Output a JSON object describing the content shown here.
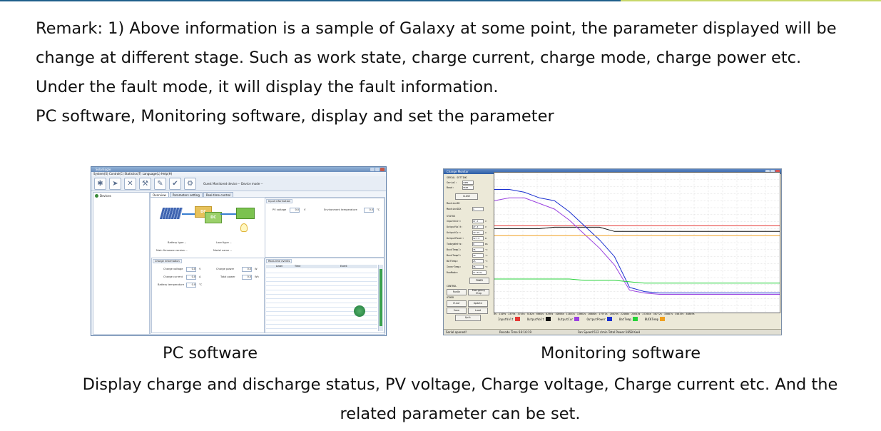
{
  "remark": "Remark:     1) Above information is a sample of Galaxy at some point, the parameter displayed will be change at different stage. Such as work state, charge current, charge mode, charge power etc. Under the fault mode, it will display the fault information.",
  "subtitle": "PC software, Monitoring software, display and set the parameter",
  "captions": {
    "pc": "PC software",
    "monitoring": "Monitoring software"
  },
  "bottom_text": "Display charge and discharge status, PV voltage, Charge voltage, Charge current etc. And the related parameter can be set.",
  "pc_software": {
    "title": "SolarEagle",
    "menu": "System(S)  Control(C)  Statistics(T)  Language(L)  Help(H)",
    "toolbar_text": "Guest   Monitored device  --   Device mode  --",
    "left_pane": {
      "item": "Devices"
    },
    "tabs": [
      "Overview",
      "Parameters setting",
      "Real-time control"
    ],
    "diagram": {
      "dc1": "DC",
      "dc2": "DC"
    },
    "info": {
      "battery_type": "Battery type  --",
      "load_type": "Load type  --",
      "main_firmware": "Main firmware version  --",
      "model_name": "Model name  --"
    },
    "input_info": {
      "title": "Input information",
      "pv_voltage_label": "PV voltage",
      "pv_voltage": "0.0",
      "pv_voltage_unit": "V",
      "env_temp_label": "Environment temperature",
      "env_temp": "0.0",
      "env_temp_unit": "°C"
    },
    "charge_info": {
      "title": "Charge information",
      "charge_voltage_label": "Charge voltage",
      "charge_voltage": "0.0",
      "charge_voltage_unit": "V",
      "charge_current_label": "Charge current",
      "charge_current": "0.0",
      "charge_current_unit": "A",
      "battery_temp_label": "Battery temperature",
      "battery_temp": "0.0",
      "battery_temp_unit": "°C",
      "charge_power_label": "Charge power",
      "charge_power": "0.0",
      "charge_power_unit": "W",
      "total_power_label": "Total power",
      "total_power": "0.0",
      "total_power_unit": "Wh"
    },
    "events": {
      "title": "Real-time events",
      "columns": [
        "Level",
        "Time",
        "Event"
      ]
    }
  },
  "monitoring_software": {
    "title": "Charge Monitor",
    "serial_setting": "SERIAL SETTING",
    "serial_label": "Serial:",
    "serial_value": "COM6",
    "baud_label": "Baud:",
    "baud_value": "9600",
    "close_btn": "CLOSE",
    "machine_id": "MachineID",
    "machine_idx_label": "MachineIDX",
    "machine_idx": "1",
    "status_title": "STATUS",
    "status": [
      {
        "label": "InputVolt:",
        "value": "97.3",
        "unit": "V"
      },
      {
        "label": "OutputVolt:",
        "value": "27.3",
        "unit": "V"
      },
      {
        "label": "OutputCur:",
        "value": "19.55",
        "unit": "A"
      },
      {
        "label": "OutputPower:",
        "value": "527.9",
        "unit": "W"
      },
      {
        "label": "TodayWatts:",
        "value": "0",
        "unit": "Wh"
      },
      {
        "label": "BuckTemp1:",
        "value": "35",
        "unit": "°C"
      },
      {
        "label": "BuckTemp2:",
        "value": "34",
        "unit": "°C"
      },
      {
        "label": "BATTemp:",
        "value": "25",
        "unit": "°C"
      },
      {
        "label": "InnerTemp:",
        "value": "35",
        "unit": "°C"
      },
      {
        "label": "RunMode:",
        "value": "CC Mode",
        "unit": ""
      }
    ],
    "power_btn": "POWER",
    "control_title": "CONTROL",
    "run_btn": "RunOn",
    "emergency_btn": "Emergency Stop",
    "other_title": "OTHER",
    "clear_btn": "Clear",
    "update_btn": "Update",
    "save_btn": "Save",
    "load_btn": "Load",
    "quit_btn": "Quit",
    "status_bar": {
      "serial": "Serial opened!",
      "recode": "Recode Time:16:16:19",
      "fan": "Fan Speed:512 r/min  Total Power:1858 KwH"
    }
  },
  "chart_data": {
    "type": "line",
    "x_ticks": [
      "0s",
      "1149s",
      "2379s",
      "3745s",
      "5162s",
      "6664s",
      "8290s",
      "10058s",
      "11851s",
      "13662s",
      "16880s",
      "17971s",
      "20076s",
      "22408s",
      "24643s",
      "27264s",
      "30772s",
      "33087s",
      "35819s",
      "38869s"
    ],
    "series": [
      {
        "name": "InputVolt",
        "color": "#e53935",
        "values": [
          62,
          62,
          62,
          62,
          62,
          62,
          62,
          62,
          62,
          62,
          62,
          62,
          62,
          62,
          62,
          62,
          62,
          62,
          62,
          62
        ]
      },
      {
        "name": "OutputVolt",
        "color": "#111111",
        "values": [
          60,
          60,
          60,
          60,
          61,
          61,
          61,
          61,
          58,
          58,
          58,
          58,
          58,
          58,
          58,
          58,
          58,
          58,
          58,
          58
        ]
      },
      {
        "name": "OutputCur",
        "color": "#9b42e0",
        "values": [
          80,
          82,
          82,
          78,
          74,
          66,
          56,
          46,
          34,
          16,
          14,
          13,
          13,
          13,
          13,
          13,
          13,
          13,
          13,
          13
        ]
      },
      {
        "name": "OutputPower",
        "color": "#1a2fd0",
        "values": [
          88,
          88,
          86,
          82,
          80,
          72,
          62,
          52,
          40,
          18,
          15,
          14,
          14,
          14,
          14,
          14,
          14,
          14,
          14,
          14
        ]
      },
      {
        "name": "BatTemp",
        "color": "#27d23a",
        "values": [
          24,
          24,
          24,
          24,
          24,
          24,
          23,
          23,
          23,
          22,
          21,
          21,
          21,
          21,
          21,
          21,
          21,
          21,
          21,
          21
        ]
      },
      {
        "name": "BUCKTemp",
        "color": "#f0a020",
        "values": [
          55,
          55,
          55,
          55,
          55,
          55,
          55,
          55,
          55,
          55,
          55,
          55,
          55,
          55,
          55,
          55,
          55,
          55,
          55,
          55
        ]
      }
    ],
    "grid": true
  }
}
